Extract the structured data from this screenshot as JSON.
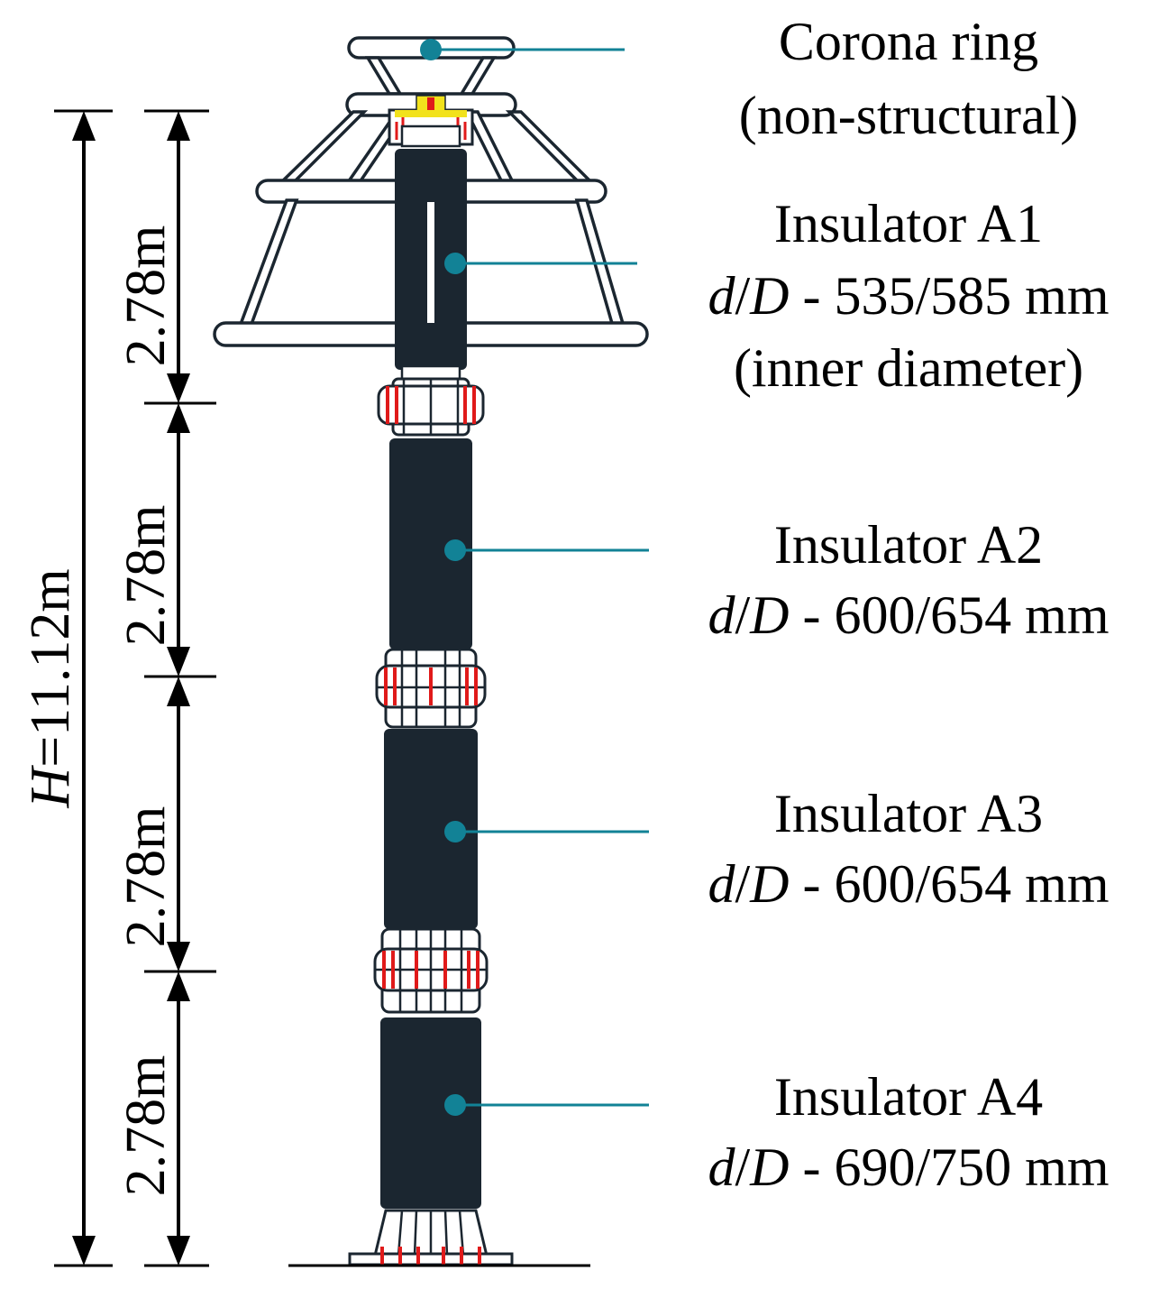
{
  "colors": {
    "body": "#1b2630",
    "leader": "#128296",
    "flange_bolt": "#e01a1a",
    "dim": "#000000",
    "hardware_yellow": "#f2e21c"
  },
  "dimensions": {
    "total": {
      "var": "H",
      "value": "=11.12m"
    },
    "segments": [
      "2.78m",
      "2.78m",
      "2.78m",
      "2.78m"
    ]
  },
  "callouts": [
    {
      "id": "corona",
      "lines": [
        {
          "text": "Corona ring"
        },
        {
          "text": "(non-structural)"
        }
      ]
    },
    {
      "id": "a1",
      "lines": [
        {
          "text": "Insulator A1"
        },
        {
          "d": "d",
          "slash": "/",
          "D": "D",
          "rest": " - 535/585 mm"
        },
        {
          "text": "(inner diameter)"
        }
      ]
    },
    {
      "id": "a2",
      "lines": [
        {
          "text": "Insulator A2"
        },
        {
          "d": "d",
          "slash": "/",
          "D": "D",
          "rest": " - 600/654 mm"
        }
      ]
    },
    {
      "id": "a3",
      "lines": [
        {
          "text": "Insulator A3"
        },
        {
          "d": "d",
          "slash": "/",
          "D": "D",
          "rest": " - 600/654 mm"
        }
      ]
    },
    {
      "id": "a4",
      "lines": [
        {
          "text": "Insulator A4"
        },
        {
          "d": "d",
          "slash": "/",
          "D": "D",
          "rest": " - 690/750 mm"
        }
      ]
    }
  ]
}
